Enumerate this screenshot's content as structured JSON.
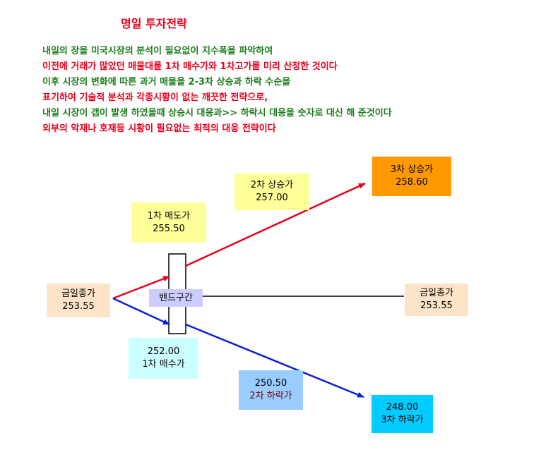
{
  "title": "명일 투자전략",
  "description": [
    {
      "text": "내일의 장을 미국시장의 분석이 필요없이 지수폭을 파악하여",
      "color": "#1b7d1b"
    },
    {
      "text": "이전에 거래가 많았던 매물대를 1차 매수가와 1차고가를 미리 산정한 것이다",
      "color": "#e8001c"
    },
    {
      "text": "이후 시장의 변화에 따른 과거 매물을 2-3차 상승과 하락 수순을",
      "color": "#1b7d1b"
    },
    {
      "text": "표기하여 기술적  분석과 각종시황이 없는 깨끗한 전략으로,",
      "color": "#e8001c"
    },
    {
      "text": "내일 시장이 갭이 발생 하였을때 상승시 대응과>> 하락시 대응을 숫자로 대신 해 준것이다",
      "color": "#1b7d1b"
    },
    {
      "text": "외부의 악재나 호재등  시황이 필요없는 최적의 대응 전략이다",
      "color": "#e8001c"
    }
  ],
  "nodes": {
    "today_close_left": {
      "label": "금일종가",
      "value": "253.55"
    },
    "band": {
      "label": "밴드구간"
    },
    "sell_1": {
      "label": "1차 매도가",
      "value": "255.50"
    },
    "buy_1": {
      "value": "252.00",
      "label": "1차 매수가"
    },
    "rise_2": {
      "label": "2차 상승가",
      "value": "257.00"
    },
    "rise_3": {
      "label": "3차 상승가",
      "value": "258.60"
    },
    "fall_2": {
      "value": "250.50",
      "label": "2차 하락가"
    },
    "fall_3": {
      "value": "248.00",
      "label": "3차 하락가"
    },
    "today_close_right": {
      "label": "금일종가",
      "value": "253.55"
    }
  },
  "colors": {
    "up_arrow": "#e8001c",
    "down_arrow": "#0a1fd6",
    "flat_line": "#000000",
    "yellow_box": "#ffff99",
    "peach_box": "#fde4c8",
    "cyan_box": "#ccffff",
    "orange_box": "#ff9900",
    "blue_box": "#99ccff",
    "aqua_box": "#00ccff",
    "band_box": "#ccccff"
  }
}
